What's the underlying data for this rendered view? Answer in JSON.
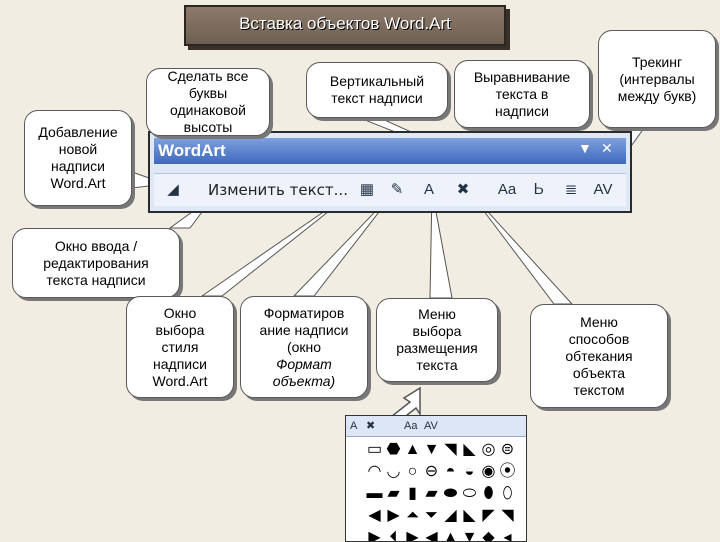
{
  "slide": {
    "title": "Вставка объектов Word.Art"
  },
  "callouts": {
    "add": [
      "Добавление",
      "новой",
      "надписи",
      "Word.Art"
    ],
    "same_height": [
      "Сделать все",
      "буквы",
      "одинаковой",
      "высоты"
    ],
    "vertical": [
      "Вертикальный",
      "текст надписи"
    ],
    "align": [
      "Выравнивание",
      "текста в",
      "надписи"
    ],
    "tracking": [
      "Трекинг",
      "(интервалы",
      "между букв)"
    ],
    "edit_window": [
      "Окно ввода /",
      "редактирования",
      "текста надписи"
    ],
    "style_window": [
      "Окно",
      "выбора",
      "стиля",
      "надписи",
      "Word.Art"
    ],
    "format": [
      "Форматиров",
      "ание надписи",
      "(окно",
      "Формат",
      "объекта)"
    ],
    "placement": [
      "Меню",
      "выбора",
      "размещения",
      "текста"
    ],
    "wrapping": [
      "Меню",
      "способов",
      "обтекания",
      "объекта",
      "текстом"
    ]
  },
  "toolbar": {
    "title": "WordArt",
    "edit_text_label": "Изменить текст...",
    "icons": [
      "wordart-insert-icon",
      "wordart-gallery-icon",
      "format-wordart-icon",
      "wordart-shape-icon",
      "text-wrapping-icon",
      "same-letter-heights-icon",
      "vertical-text-icon",
      "alignment-icon",
      "character-spacing-icon"
    ]
  },
  "gallery": {
    "strip_icons": [
      "shape-a-icon",
      "wrap-icon",
      "same-height-icon",
      "spacing-icon"
    ]
  }
}
